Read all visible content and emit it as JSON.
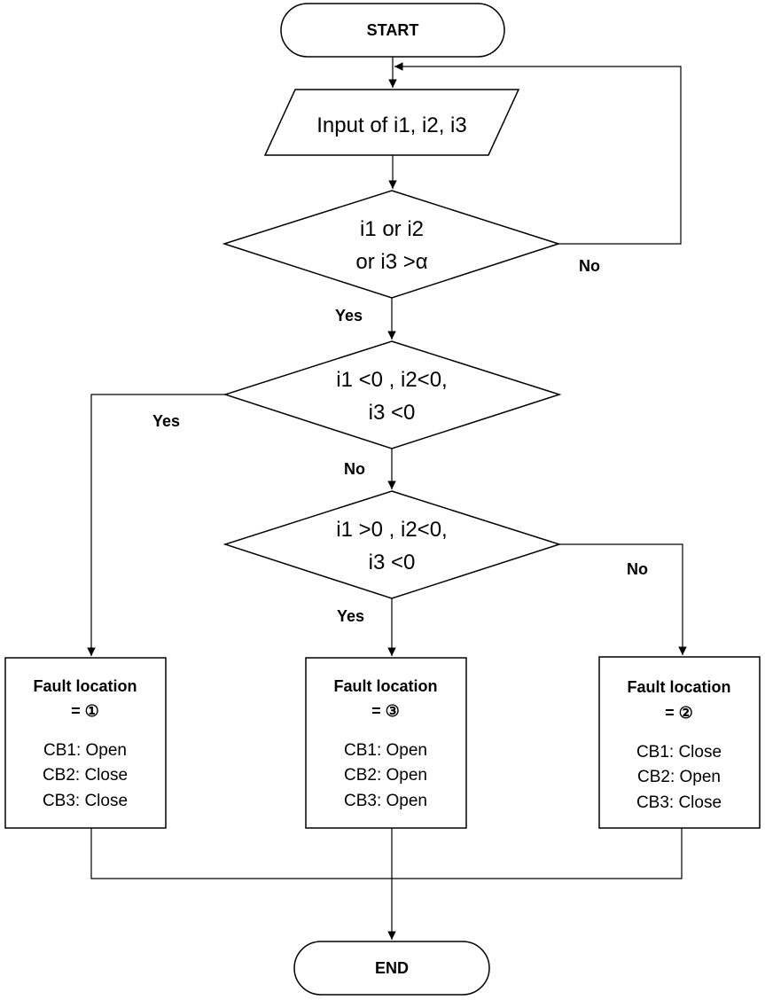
{
  "start": {
    "label": "START"
  },
  "input": {
    "label": "Input of i1, i2, i3"
  },
  "decision1": {
    "line1": "i1 or i2",
    "line2": "or i3 >α"
  },
  "decision2": {
    "line1": "i1 <0 , i2<0,",
    "line2": "i3 <0"
  },
  "decision3": {
    "line1": "i1 >0 , i2<0,",
    "line2": "i3 <0"
  },
  "edges": {
    "d1_no": "No",
    "d1_yes": "Yes",
    "d2_yes": "Yes",
    "d2_no": "No",
    "d3_yes": "Yes",
    "d3_no": "No"
  },
  "box1": {
    "title": "Fault location",
    "eq": "= ①",
    "cb1": "CB1: Open",
    "cb2": "CB2: Close",
    "cb3": "CB3: Close"
  },
  "box3": {
    "title": "Fault location",
    "eq": "= ③",
    "cb1": "CB1: Open",
    "cb2": "CB2: Open",
    "cb3": "CB3: Open"
  },
  "box2": {
    "title": "Fault location",
    "eq": "= ②",
    "cb1": "CB1: Close",
    "cb2": "CB2: Open",
    "cb3": "CB3: Close"
  },
  "end": {
    "label": "END"
  }
}
